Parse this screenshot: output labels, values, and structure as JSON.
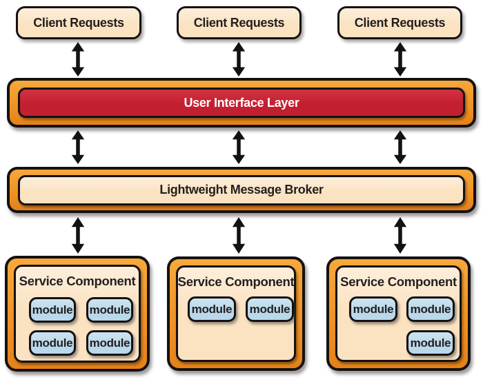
{
  "diagram": {
    "colors": {
      "orange": "#EF9123",
      "red": "#C22031",
      "cream": "#FBE3C2",
      "blue": "#B9D8E9",
      "border": "#151112",
      "text_dark": "#221E1F",
      "text_light": "#FFFFFF",
      "arrow": "#121212",
      "background": "#FFFFFF"
    },
    "client_requests": [
      {
        "label": "Client Requests"
      },
      {
        "label": "Client Requests"
      },
      {
        "label": "Client Requests"
      }
    ],
    "ui_layer": {
      "label": "User Interface Layer"
    },
    "message_broker": {
      "label": "Lightweight Message Broker"
    },
    "service_components": [
      {
        "title": "Service Component",
        "modules": [
          "module",
          "module",
          "module",
          "module"
        ]
      },
      {
        "title": "Service Component",
        "modules": [
          "module",
          "module"
        ]
      },
      {
        "title": "Service Component",
        "modules": [
          "module",
          "module",
          "module"
        ]
      }
    ],
    "icons": {
      "connector": "double-headed-arrow"
    }
  }
}
